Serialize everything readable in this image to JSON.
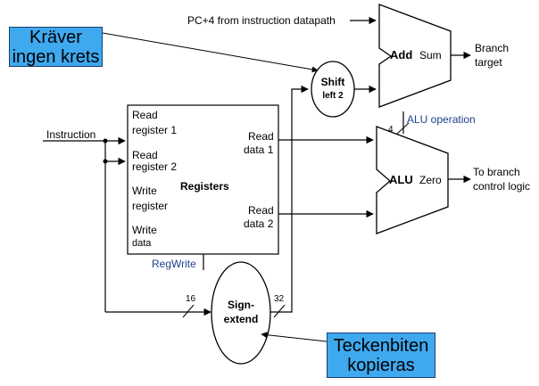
{
  "callouts": {
    "top_left": {
      "line1": "Kräver",
      "line2": "ingen krets"
    },
    "bottom_right": {
      "line1": "Teckenbiten",
      "line2": "kopieras"
    }
  },
  "labels": {
    "pc4": "PC+4 from instruction datapath",
    "instruction": "Instruction",
    "add": "Add",
    "sum": "Sum",
    "branch_target_1": "Branch",
    "branch_target_2": "target",
    "shift_1": "Shift",
    "shift_2": "left 2",
    "alu": "ALU",
    "zero": "Zero",
    "alu_operation": "ALU operation",
    "alu_op_width": "4",
    "to_branch_1": "To branch",
    "to_branch_2": "control logic",
    "registers": "Registers",
    "read_reg1_a": "Read",
    "read_reg1_b": "register 1",
    "read_reg2_a": "Read",
    "read_reg2_b": "register 2",
    "write_reg_a": "Write",
    "write_reg_b": "register",
    "write_data_a": "Write",
    "write_data_b": "data",
    "read_data1_a": "Read",
    "read_data1_b": "data 1",
    "read_data2_a": "Read",
    "read_data2_b": "data 2",
    "regwrite": "RegWrite",
    "sign_1": "Sign-",
    "sign_2": "extend",
    "width16": "16",
    "width32": "32"
  },
  "colors": {
    "callout_fill": "#3fa9ef",
    "signal_label": "#1f3f8f"
  }
}
